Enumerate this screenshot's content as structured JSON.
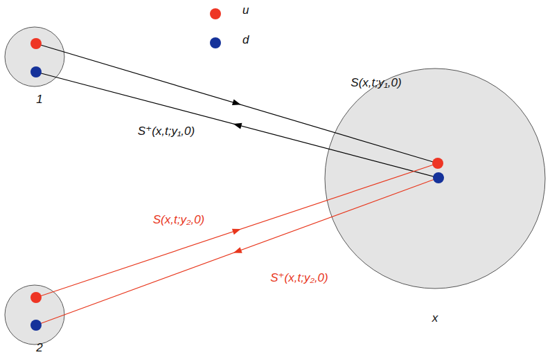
{
  "diagram": {
    "nodes": [
      {
        "text": [
          "1"
        ]
      },
      {
        "text": [
          "2"
        ]
      },
      {
        "text": [
          "x"
        ]
      }
    ],
    "edges": [
      {
        "from": 0,
        "to": 2,
        "arrow": "to",
        "label": "S(x,t;y₁,0)"
      },
      {
        "from": 2,
        "to": 0,
        "arrow": "to",
        "label": "S⁺(x,t;y₁,0)"
      },
      {
        "from": 1,
        "to": 2,
        "arrow": "to",
        "label": "S(x,t;y₂,0)"
      },
      {
        "from": 2,
        "to": 1,
        "arrow": "to",
        "label": "S⁺(x,t;y₂,0)"
      }
    ],
    "legend": [
      {
        "text": "u",
        "color": "#ee3524"
      },
      {
        "text": "d",
        "color": "#15329a"
      }
    ]
  }
}
